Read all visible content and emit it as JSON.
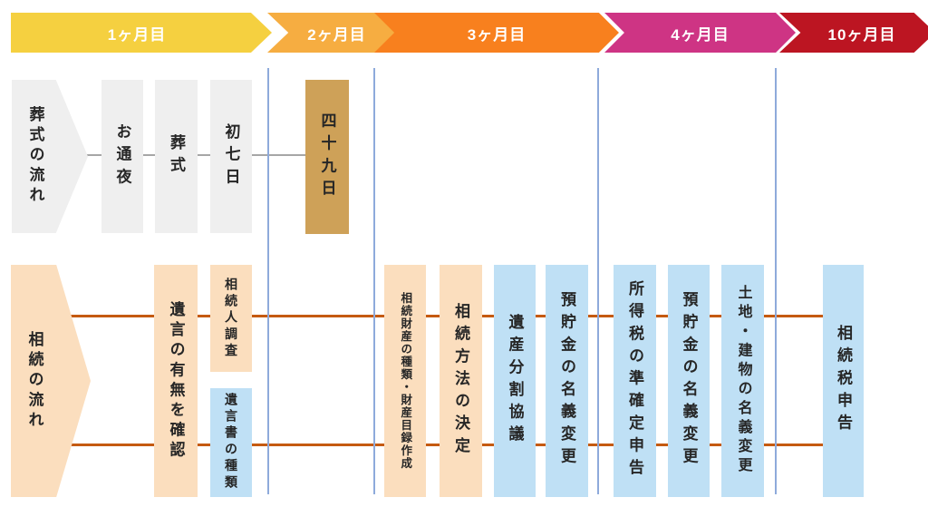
{
  "months": [
    {
      "label": "1ヶ月目",
      "color": "#F5D040"
    },
    {
      "label": "2ヶ月目",
      "color": "#F6AD41"
    },
    {
      "label": "3ヶ月目",
      "color": "#F8801E"
    },
    {
      "label": "4ヶ月目",
      "color": "#CE3484"
    },
    {
      "label": "10ヶ月目",
      "color": "#BC1522"
    }
  ],
  "funeral": {
    "title": "葬式の流れ",
    "steps": [
      "お通夜",
      "葬式",
      "初七日",
      "四十九日"
    ]
  },
  "inheritance": {
    "title": "相続の流れ",
    "steps": [
      "遺言の有無を確認",
      "相続人調査",
      "遺言書の種類",
      "相続財産の種類・財産目録作成",
      "相続方法の決定",
      "遺産分割協議",
      "預貯金の名義変更",
      "所得税の準確定申告",
      "預貯金の名義変更",
      "土地・建物の名義変更",
      "相続税申告"
    ]
  },
  "palette": {
    "funeral_box": "#EFEFEF",
    "box_49day": "#CEA158",
    "peach_box": "#FBDEBE",
    "blue_box": "#BFE0F5",
    "orange_line": "#C55A11",
    "gray_line": "#A6A6A6",
    "separator_blue": "#8EAADB",
    "banner_text": "#FFFFFF",
    "text_dark": "#262626"
  }
}
